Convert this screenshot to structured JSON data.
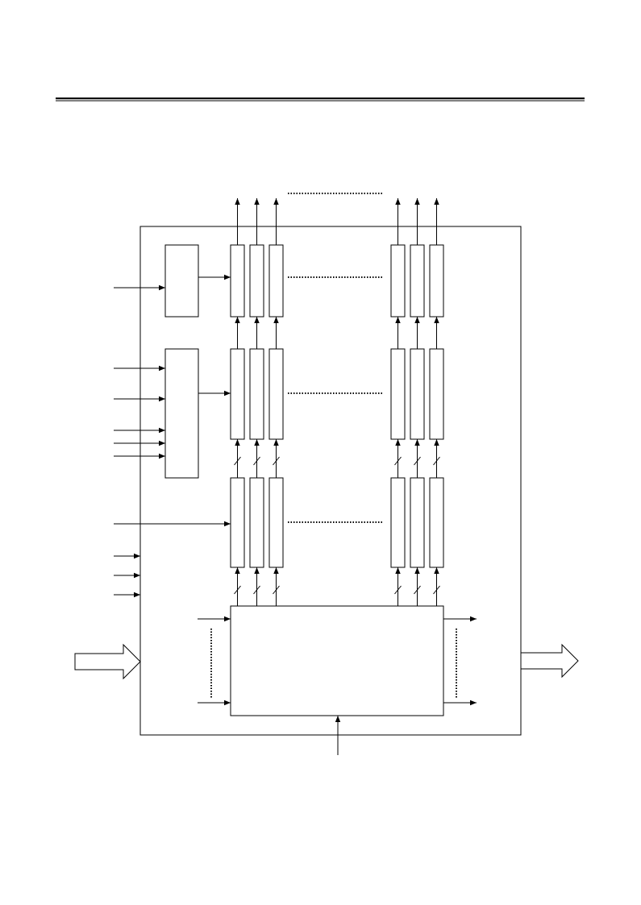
{
  "page": {
    "background": "#ffffff",
    "rule_color": "#000000"
  },
  "diagram": {
    "stroke_color": "#000000",
    "dotted_color": "#000000",
    "outer_block": {},
    "left_block_top": {},
    "left_block_mid": {},
    "bottom_block": {},
    "column_groups": [
      "left",
      "right"
    ],
    "columns_per_group": 3,
    "register_rows": [
      "top",
      "mid",
      "low"
    ],
    "left_inputs": {
      "to_top_block": 1,
      "to_mid_block": 5,
      "to_low_row": 1,
      "to_outer_block": 3
    },
    "bottom_block_inputs": 2,
    "bottom_block_outputs": 2,
    "hollow_arrows": [
      "input-bus-arrow-icon",
      "output-bus-arrow-icon"
    ]
  }
}
